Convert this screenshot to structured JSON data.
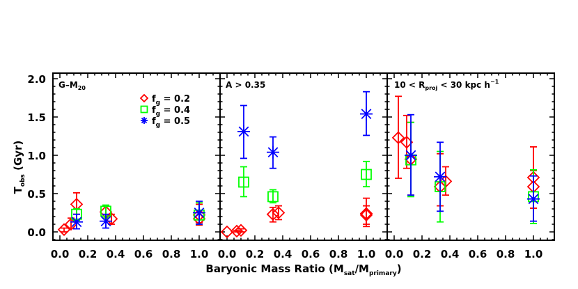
{
  "chart_data": {
    "type": "scatter",
    "title": "",
    "xlabel": "Baryonic Mass Ratio (M_sat/M_primary)",
    "xlabel_parts": {
      "main": "Baryonic Mass Ratio (M",
      "sub1": "sat",
      "mid": "/M",
      "sub2": "primary",
      "end": ")"
    },
    "ylabel": "T_obs (Gyr)",
    "ylabel_parts": {
      "main": "T",
      "sub": "obs",
      "end": " (Gyr)"
    },
    "xlim": [
      -0.05,
      1.15
    ],
    "ylim": [
      -0.1,
      2.08
    ],
    "x_ticks": [
      "0.0",
      "0.2",
      "0.4",
      "0.6",
      "0.8",
      "1.0"
    ],
    "y_ticks": [
      "0.0",
      "0.5",
      "1.0",
      "1.5",
      "2.0"
    ],
    "legend": {
      "position": "upper right of first panel",
      "entries": [
        {
          "label_main": "f",
          "label_sub": "g",
          "label_value": " = 0.2",
          "label": "f_g = 0.2",
          "marker": "diamond",
          "color": "#ff0000"
        },
        {
          "label_main": "f",
          "label_sub": "g",
          "label_value": " = 0.4",
          "label": "f_g = 0.4",
          "marker": "square",
          "color": "#00ff00"
        },
        {
          "label_main": "f",
          "label_sub": "g",
          "label_value": " = 0.5",
          "label": "f_g = 0.5",
          "marker": "asterisk",
          "color": "#0000ff"
        }
      ]
    },
    "panels": [
      {
        "label": "G-M20",
        "label_parts": {
          "main": "G–M",
          "sub": "20",
          "end": ""
        },
        "series": [
          {
            "name": "f_g = 0.2",
            "marker": "diamond",
            "color": "#ff0000",
            "points": [
              {
                "x": 0.03,
                "y": 0.03,
                "lo": 0.0,
                "hi": 0.05
              },
              {
                "x": 0.08,
                "y": 0.1,
                "lo": 0.05,
                "hi": 0.18
              },
              {
                "x": 0.12,
                "y": 0.36,
                "lo": 0.23,
                "hi": 0.51
              },
              {
                "x": 0.33,
                "y": 0.26,
                "lo": 0.18,
                "hi": 0.34
              },
              {
                "x": 0.37,
                "y": 0.17,
                "lo": 0.1,
                "hi": 0.23
              },
              {
                "x": 1.0,
                "y": 0.17,
                "lo": 0.09,
                "hi": 0.26
              },
              {
                "x": 1.0,
                "y": 0.22,
                "lo": 0.12,
                "hi": 0.36
              }
            ]
          },
          {
            "name": "f_g = 0.4",
            "marker": "square",
            "color": "#00ff00",
            "points": [
              {
                "x": 0.12,
                "y": 0.23,
                "lo": 0.15,
                "hi": 0.3
              },
              {
                "x": 0.33,
                "y": 0.27,
                "lo": 0.18,
                "hi": 0.35
              },
              {
                "x": 1.0,
                "y": 0.22,
                "lo": 0.1,
                "hi": 0.38
              }
            ]
          },
          {
            "name": "f_g = 0.5",
            "marker": "asterisk",
            "color": "#0000ff",
            "points": [
              {
                "x": 0.12,
                "y": 0.13,
                "lo": 0.04,
                "hi": 0.23
              },
              {
                "x": 0.33,
                "y": 0.14,
                "lo": 0.05,
                "hi": 0.23
              },
              {
                "x": 1.0,
                "y": 0.25,
                "lo": 0.1,
                "hi": 0.4
              }
            ]
          }
        ]
      },
      {
        "label": "A > 0.35",
        "label_parts": {
          "main": "A > 0.35",
          "sub": "",
          "end": ""
        },
        "series": [
          {
            "name": "f_g = 0.2",
            "marker": "diamond",
            "color": "#ff0000",
            "points": [
              {
                "x": 0.0,
                "y": 0.0,
                "lo": 0.0,
                "hi": 0.0
              },
              {
                "x": 0.07,
                "y": 0.01,
                "lo": 0.0,
                "hi": 0.02
              },
              {
                "x": 0.1,
                "y": 0.02,
                "lo": 0.0,
                "hi": 0.04
              },
              {
                "x": 0.33,
                "y": 0.23,
                "lo": 0.13,
                "hi": 0.32
              },
              {
                "x": 0.37,
                "y": 0.25,
                "lo": 0.16,
                "hi": 0.34
              },
              {
                "x": 1.0,
                "y": 0.22,
                "lo": 0.1,
                "hi": 0.34
              },
              {
                "x": 1.0,
                "y": 0.24,
                "lo": 0.07,
                "hi": 0.44
              }
            ]
          },
          {
            "name": "f_g = 0.4",
            "marker": "square",
            "color": "#00ff00",
            "points": [
              {
                "x": 0.12,
                "y": 0.65,
                "lo": 0.46,
                "hi": 0.85
              },
              {
                "x": 0.33,
                "y": 0.46,
                "lo": 0.38,
                "hi": 0.55
              },
              {
                "x": 1.0,
                "y": 0.75,
                "lo": 0.59,
                "hi": 0.92
              }
            ]
          },
          {
            "name": "f_g = 0.5",
            "marker": "asterisk",
            "color": "#0000ff",
            "points": [
              {
                "x": 0.12,
                "y": 1.31,
                "lo": 0.96,
                "hi": 1.65
              },
              {
                "x": 0.33,
                "y": 1.04,
                "lo": 0.83,
                "hi": 1.24
              },
              {
                "x": 1.0,
                "y": 1.54,
                "lo": 1.26,
                "hi": 1.83
              }
            ]
          }
        ]
      },
      {
        "label": "10 < R_proj < 30 kpc h^-1",
        "label_parts": {
          "pre": "10 < R",
          "sub": "proj",
          "mid": " < 30 kpc h",
          "sup": "−1"
        },
        "series": [
          {
            "name": "f_g = 0.2",
            "marker": "diamond",
            "color": "#ff0000",
            "points": [
              {
                "x": 0.03,
                "y": 1.23,
                "lo": 0.7,
                "hi": 1.77
              },
              {
                "x": 0.09,
                "y": 1.17,
                "lo": 0.83,
                "hi": 1.52
              },
              {
                "x": 0.12,
                "y": 0.95,
                "lo": 0.48,
                "hi": 1.43
              },
              {
                "x": 0.33,
                "y": 0.59,
                "lo": 0.34,
                "hi": 1.02
              },
              {
                "x": 0.37,
                "y": 0.66,
                "lo": 0.48,
                "hi": 0.85
              },
              {
                "x": 1.0,
                "y": 0.59,
                "lo": 0.31,
                "hi": 1.11
              },
              {
                "x": 1.0,
                "y": 0.71,
                "lo": 0.31,
                "hi": 0.8
              }
            ]
          },
          {
            "name": "f_g = 0.4",
            "marker": "square",
            "color": "#00ff00",
            "points": [
              {
                "x": 0.12,
                "y": 0.94,
                "lo": 0.46,
                "hi": 1.43
              },
              {
                "x": 0.33,
                "y": 0.59,
                "lo": 0.13,
                "hi": 1.05
              },
              {
                "x": 1.0,
                "y": 0.46,
                "lo": 0.11,
                "hi": 0.81
              }
            ]
          },
          {
            "name": "f_g = 0.5",
            "marker": "asterisk",
            "color": "#0000ff",
            "points": [
              {
                "x": 0.12,
                "y": 1.0,
                "lo": 0.48,
                "hi": 1.53
              },
              {
                "x": 0.33,
                "y": 0.72,
                "lo": 0.27,
                "hi": 1.17
              },
              {
                "x": 1.0,
                "y": 0.43,
                "lo": 0.14,
                "hi": 0.73
              }
            ]
          }
        ]
      }
    ]
  }
}
